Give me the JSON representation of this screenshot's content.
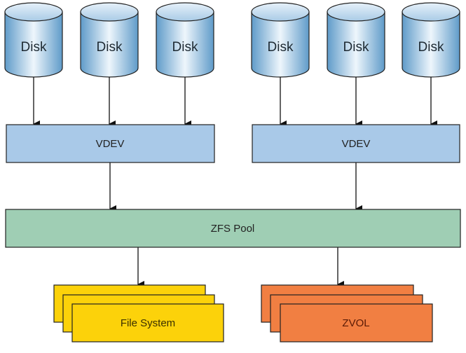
{
  "diagram": {
    "title": "ZFS storage hierarchy",
    "disk_groups": [
      {
        "disks": [
          {
            "label": "Disk"
          },
          {
            "label": "Disk"
          },
          {
            "label": "Disk"
          }
        ],
        "vdev": {
          "label": "VDEV"
        }
      },
      {
        "disks": [
          {
            "label": "Disk"
          },
          {
            "label": "Disk"
          },
          {
            "label": "Disk"
          }
        ],
        "vdev": {
          "label": "VDEV"
        }
      }
    ],
    "pool": {
      "label": "ZFS Pool"
    },
    "datasets": [
      {
        "label": "File System",
        "stack_count": 3
      },
      {
        "label": "ZVOL",
        "stack_count": 3
      }
    ],
    "colors": {
      "disk_top": "#cfe3f3",
      "disk_body_light": "#e9f3fb",
      "disk_body_dark": "#6aa3cf",
      "vdev_fill": "#a9c9e8",
      "pool_fill": "#9fceb4",
      "filesystem_fill": "#fcd20a",
      "zvol_fill": "#f17f42",
      "stroke": "#222222",
      "zvol_text": "#5a1a05"
    }
  }
}
